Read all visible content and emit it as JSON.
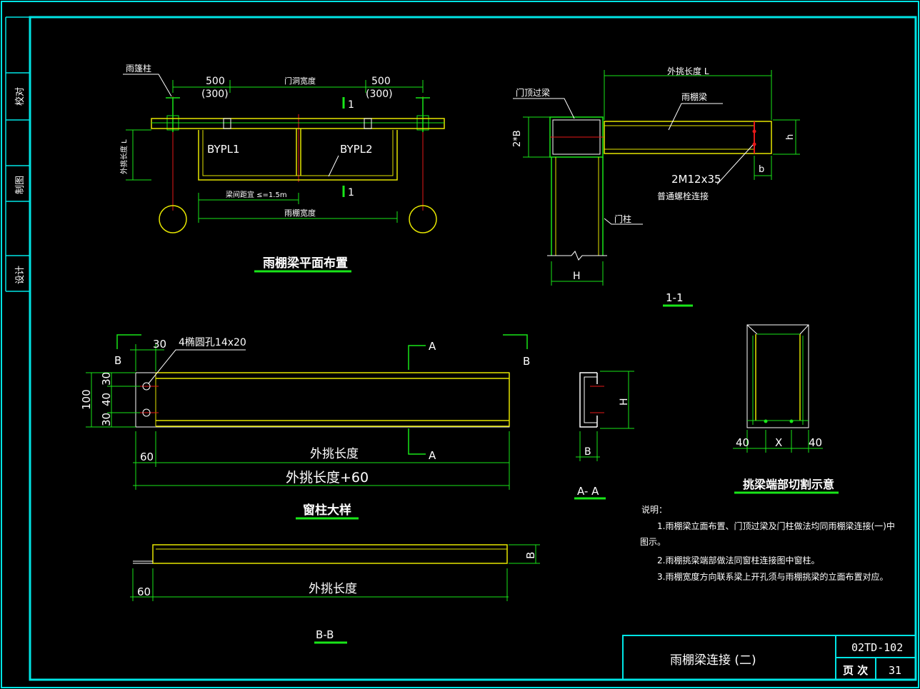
{
  "side_bar": {
    "check": "校对",
    "draw": "制图",
    "design": "设计"
  },
  "plan": {
    "label_column": "雨篷柱",
    "dim_left_top": "500",
    "dim_left_bot": "(300)",
    "dim_right_top": "500",
    "dim_right_bot": "(300)",
    "dim_door_width": "门洞宽度",
    "section_mark_top": "1",
    "section_mark_bot": "1",
    "label_byp1": "BYPL1",
    "label_byp2": "BYPL2",
    "dim_outer_len": "外挑长度 L",
    "dim_beam_spacing": "梁间距宜 ≤=1.5m",
    "dim_canopy_width": "雨棚宽度",
    "title": "雨棚梁平面布置"
  },
  "section11": {
    "label_outer_len": "外挑长度 L",
    "label_door_beam": "门顶过梁",
    "label_canopy_beam": "雨棚梁",
    "label_2b": "2*B",
    "label_h": "h",
    "label_b": "b",
    "label_bolt": "2M12x35",
    "label_bolt_desc": "普通螺栓连接",
    "label_door_col": "门柱",
    "label_H": "H",
    "title": "1-1"
  },
  "window_detail": {
    "label_B_left": "B",
    "label_B_right": "B",
    "label_A_top": "A",
    "label_A_bot": "A",
    "dim_30_top": "30",
    "label_holes": "4椭圆孔14x20",
    "dim_100": "100",
    "dim_30a": "30",
    "dim_40": "40",
    "dim_30b": "30",
    "dim_60": "60",
    "dim_outer": "外挑长度",
    "dim_outer_60": "外挑长度+60",
    "title": "窗柱大样"
  },
  "section_aa": {
    "label_H": "H",
    "label_B": "B",
    "title": "A- A"
  },
  "beam_end": {
    "dim_40_left": "40",
    "dim_x": "X",
    "dim_40_right": "40",
    "title": "挑梁端部切割示意"
  },
  "section_bb": {
    "label_B": "B",
    "dim_60": "60",
    "dim_outer": "外挑长度",
    "title": "B-B"
  },
  "notes": {
    "heading": "说明：",
    "line1": "1.雨棚梁立面布置、门顶过梁及门柱做法均同雨棚梁连接(一)中",
    "line1b": "图示。",
    "line2": "2.雨棚挑梁端部做法同窗柱连接图中窗柱。",
    "line3": "3.雨棚宽度方向联系梁上开孔须与雨棚挑梁的立面布置对应。"
  },
  "title_block": {
    "drawing_title": "雨棚梁连接 (二)",
    "atlas_no": "02TD-102",
    "page_label": "页 次",
    "page_no": "31"
  },
  "colors": {
    "background": "#000000",
    "frame": "#00e5e5",
    "steel_green": "#19e619",
    "steel_yellow": "#e6e600",
    "axis_red": "#e61919",
    "text": "#ffffff"
  }
}
